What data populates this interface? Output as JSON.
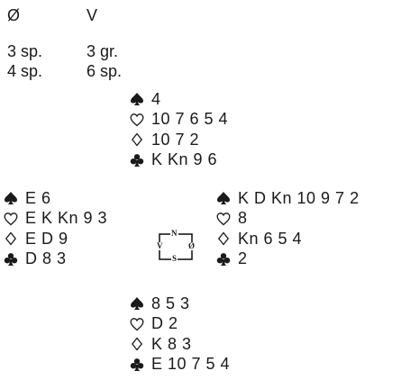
{
  "auction": {
    "headers": [
      "Ø",
      "V"
    ],
    "rows": [
      [
        "3 sp.",
        "3 gr."
      ],
      [
        "4 sp.",
        "6 sp."
      ]
    ]
  },
  "compass": {
    "north": "N",
    "west": "V",
    "east": "Ø",
    "south": "S"
  },
  "hands": {
    "north": {
      "spades": "4",
      "hearts": "10 7 6 5 4",
      "diamonds": "10 7 2",
      "clubs": "K  Kn  9  6"
    },
    "west": {
      "spades": "E 6",
      "hearts": "E K Kn 9 3",
      "diamonds": "E D 9",
      "clubs": "D 8 3"
    },
    "east": {
      "spades": "K D Kn 10 9 7 2",
      "hearts": "8",
      "diamonds": "Kn 6 5 4",
      "clubs": "2"
    },
    "south": {
      "spades": "8 5 3",
      "hearts": "D 2",
      "diamonds": "K 8 3",
      "clubs": "E 10 7 5 4"
    }
  },
  "icons": {
    "spades": "spade-icon",
    "hearts": "heart-outline-icon",
    "diamonds": "diamond-outline-icon",
    "clubs": "club-icon"
  }
}
